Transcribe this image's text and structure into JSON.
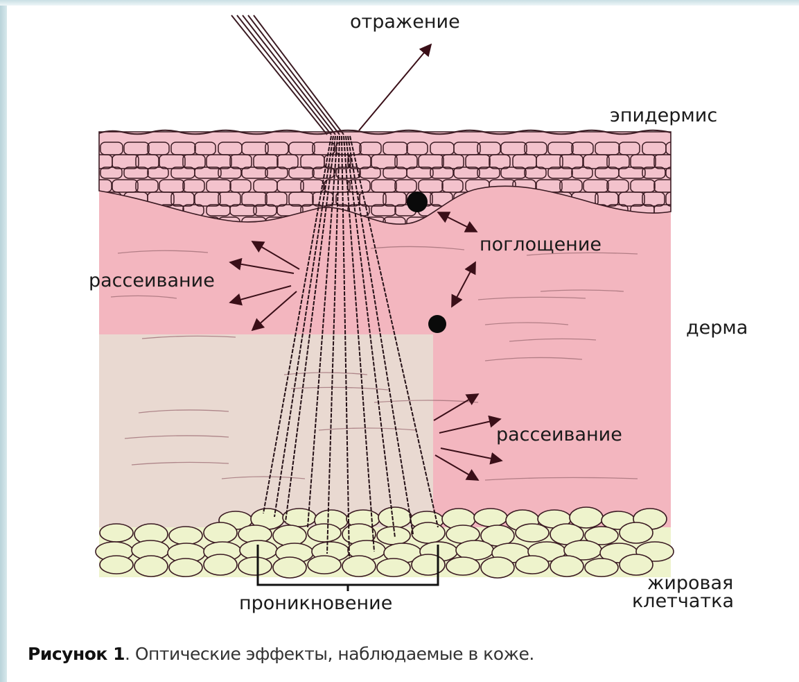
{
  "labels": {
    "reflection": "отражение",
    "epidermis": "эпидермис",
    "absorption": "поглощение",
    "scattering_left": "рассеивание",
    "dermis": "дерма",
    "scattering_right": "рассеивание",
    "fat_line1": "жировая",
    "fat_line2": "клетчатка",
    "penetration": "проникновение"
  },
  "caption": {
    "prefix": "Рисунок 1",
    "text": ". Оптические эффекты, наблюдаемые в коже."
  },
  "colors": {
    "epidermis": "#f3c2cc",
    "dermis": "#f3b6bf",
    "dermis_pale": "#ecdcd3",
    "fat": "#eef3cc",
    "line": "#3a1a22",
    "arrow": "#3a0f18",
    "text": "#1a1a1a"
  }
}
